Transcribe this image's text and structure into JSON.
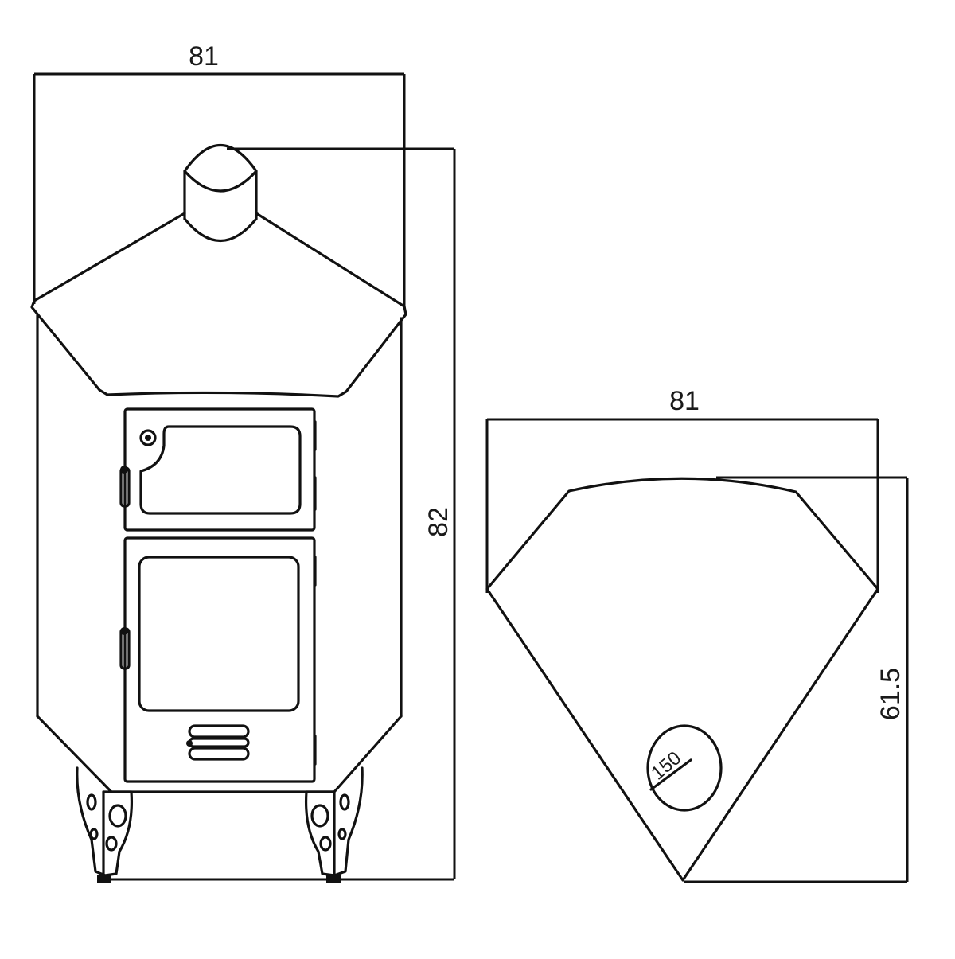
{
  "drawing": {
    "subject": "Corner fireplace stove",
    "line_color": "#111111",
    "background": "#ffffff",
    "front_view": {
      "width_label": "81",
      "height_label": "82",
      "components": [
        "chimney-collar",
        "hood",
        "upper-door",
        "upper-door-window",
        "air-control-knob",
        "lower-door",
        "lower-door-window",
        "ash-vent",
        "door-handles",
        "legs"
      ]
    },
    "plan_view": {
      "width_label": "81",
      "depth_label": "61.5",
      "flue_diameter_label": "150"
    }
  }
}
